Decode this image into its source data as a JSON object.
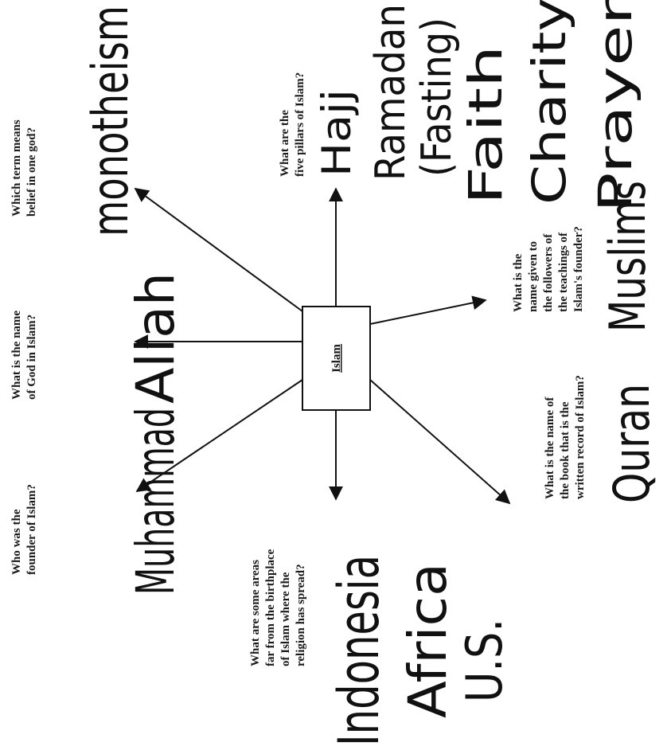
{
  "center": {
    "label": "Islam"
  },
  "questions": {
    "founder": [
      "Who was the",
      "founder of Islam?"
    ],
    "god": [
      "What is the name",
      "of God in Islam?"
    ],
    "monotheism": [
      "Which term means",
      "belief in one god?"
    ],
    "pillars": [
      "What are the",
      "five pillars of Islam?"
    ],
    "followers": [
      "What is the",
      "name given to",
      "the followers of",
      "the teachings of",
      "Islam's founder?"
    ],
    "book": [
      "What is the name of",
      "the book that is the",
      "written record of Islam?"
    ],
    "areas": [
      "What are some areas",
      "far from the birthplace",
      "of Islam where the",
      "religion has spread?"
    ]
  },
  "answers": {
    "founder": "Muhammad",
    "god": "Allah",
    "monotheism": "monotheism",
    "pillars": [
      "Hajj",
      "Ramadan",
      "(Fasting)",
      "Faith",
      "Charity",
      "Prayer"
    ],
    "followers": "Muslims",
    "book": "Quran",
    "areas": [
      "Indonesia",
      "Africa",
      "U.S."
    ]
  }
}
